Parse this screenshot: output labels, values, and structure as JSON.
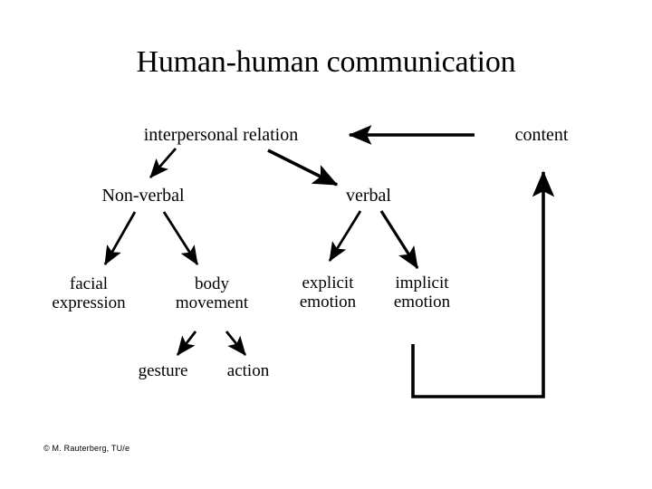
{
  "slide": {
    "title": "Human-human communication",
    "background_color": "#ffffff",
    "ink_color": "#000000",
    "credit": "© M. Rauterberg, TU/e"
  },
  "diagram": {
    "type": "tree-diagram",
    "nodes": {
      "interpersonal_relation": "interpersonal relation",
      "content": "content",
      "non_verbal": "Non-verbal",
      "verbal": "verbal",
      "facial_expression": "facial\nexpression",
      "body_movement": "body\nmovement",
      "explicit_emotion": "explicit\nemotion",
      "implicit_emotion": "implicit\nemotion",
      "gesture": "gesture",
      "action": "action"
    },
    "edges": [
      {
        "from": "content",
        "to": "interpersonal relation",
        "style": "straight-arrow",
        "direction": "left"
      },
      {
        "from": "interpersonal relation",
        "to": "Non-verbal",
        "style": "straight-arrow",
        "direction": "down-left"
      },
      {
        "from": "interpersonal relation",
        "to": "verbal",
        "style": "straight-arrow",
        "direction": "down-right"
      },
      {
        "from": "Non-verbal",
        "to": "facial expression",
        "style": "straight-arrow",
        "direction": "down-left"
      },
      {
        "from": "Non-verbal",
        "to": "body movement",
        "style": "straight-arrow",
        "direction": "down-right"
      },
      {
        "from": "verbal",
        "to": "explicit emotion",
        "style": "straight-arrow",
        "direction": "down-left"
      },
      {
        "from": "verbal",
        "to": "implicit emotion",
        "style": "straight-arrow",
        "direction": "down-right"
      },
      {
        "from": "body movement",
        "to": "gesture",
        "style": "straight-arrow",
        "direction": "down-left"
      },
      {
        "from": "body movement",
        "to": "action",
        "style": "straight-arrow",
        "direction": "down-right"
      },
      {
        "from": "implicit emotion",
        "to": "content",
        "style": "elbow-feedback-arrow",
        "direction": "up"
      }
    ]
  }
}
